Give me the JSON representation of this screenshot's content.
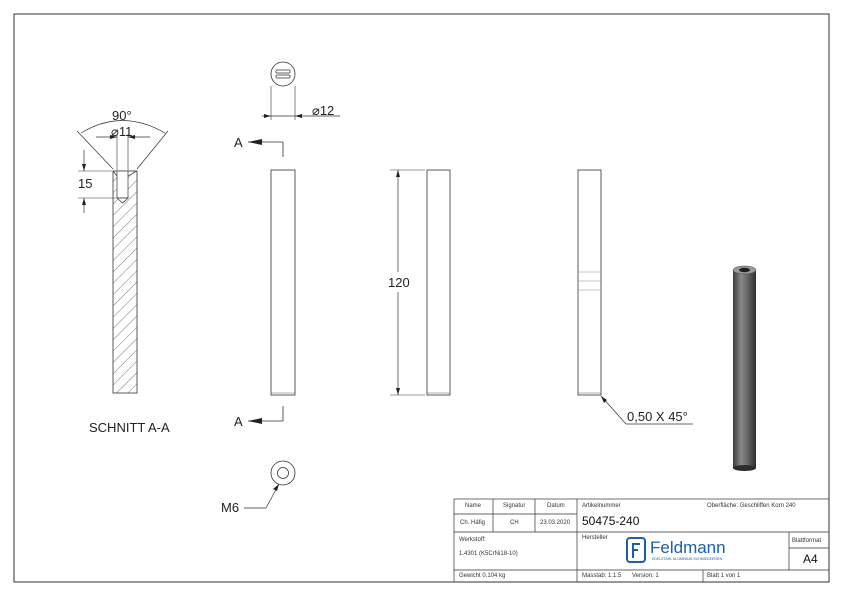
{
  "section": {
    "angle": "90°",
    "diameter": "⌀11",
    "depth": "15",
    "title": "SCHNITT A-A"
  },
  "front": {
    "diameter": "⌀12",
    "cut_marker": "A",
    "thread": "M6"
  },
  "side": {
    "length": "120"
  },
  "right": {
    "chamfer": "0,50 X 45°"
  },
  "title_block": {
    "name_header": "Name",
    "signature_header": "Signatur",
    "date_header": "Datum",
    "name": "Ch. Häfig",
    "signature": "CH",
    "date": "23.03.2020",
    "article_label": "Artikelnummer",
    "article_number": "50475-240",
    "surface": "Oberfläche:  Geschliffen Korn 240",
    "material_label": "Werkstoff:",
    "material": "1.4301 (K5CrNi18-10)",
    "manufacturer_label": "Hersteller",
    "logo_text": "Feldmann",
    "logo_tagline": "EDELSTAHL ALUMINIUM SCHMIEDEEISEN",
    "format_label": "Blattformat",
    "format": "A4",
    "weight": "Gewicht 0.104 kg",
    "scale": "Masstab: 1:1.5",
    "version": "Version: 1",
    "sheet": "Blatt 1 von 1"
  }
}
